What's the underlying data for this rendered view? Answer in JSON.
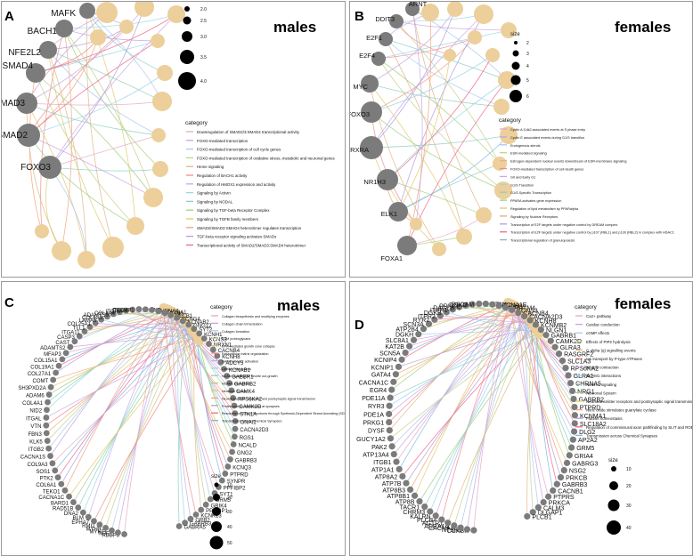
{
  "panels": [
    {
      "letter": "A",
      "title": "males",
      "genes": [
        "MAFK",
        "BACH1",
        "NFE2L2",
        "SMAD4",
        "SMAD3",
        "SMAD2",
        "FOXO3"
      ],
      "size_legend": {
        "title": "",
        "values": [
          "2.0",
          "2.5",
          "3.0",
          "3.5",
          "4.0"
        ]
      },
      "category_title": "category",
      "categories": [
        {
          "label": "Downregulation of SMAD2/3:SMAD4 transcriptional activity",
          "color": "#e6a8c5"
        },
        {
          "label": "FOXO-mediated transcription",
          "color": "#c9a3e0"
        },
        {
          "label": "FOXO-mediated transcription of cell cycle genes",
          "color": "#a9c8f0"
        },
        {
          "label": "FOXO-mediated transcription of oxidative stress, metabolic and neuronal genes",
          "color": "#c6d08a"
        },
        {
          "label": "Heme signaling",
          "color": "#e3b685"
        },
        {
          "label": "Regulation of BACH1 activity",
          "color": "#f08c8c"
        },
        {
          "label": "Regulation of HMOX1 expression and activity",
          "color": "#c8a8e6"
        },
        {
          "label": "Signaling by Activin",
          "color": "#9ad6e6"
        },
        {
          "label": "Signaling by NODAL",
          "color": "#8fcfc2"
        },
        {
          "label": "Signaling by TGF-beta Receptor Complex",
          "color": "#a3d07f"
        },
        {
          "label": "Signaling by TGFB family members",
          "color": "#e0c96e"
        },
        {
          "label": "SMAD2/SMAD3:SMAD4 heterotrimer regulates transcription",
          "color": "#f2a37c"
        },
        {
          "label": "TGF-beta receptor signaling activates SMADs",
          "color": "#b39ddb"
        },
        {
          "label": "Transcriptional activity of SMAD2/SMAD3:SMAD4 heterotrimer",
          "color": "#f06a8c"
        }
      ]
    },
    {
      "letter": "B",
      "title": "females",
      "genes": [
        "ARNT",
        "DDIT3",
        "E2F1",
        "E2F4",
        "MYC",
        "FOXO3",
        "RXRA",
        "NR1H3",
        "ELK1",
        "FOXA1"
      ],
      "size_legend": {
        "title": "size",
        "values": [
          "2",
          "3",
          "4",
          "5",
          "6"
        ]
      },
      "category_title": "category",
      "categories": [
        {
          "label": "Cyclin A:Cdk2-associated events at S phase entry",
          "color": "#e6a8c5"
        },
        {
          "label": "Cyclin E associated events during G1/S transition",
          "color": "#c9a3e0"
        },
        {
          "label": "Endogenous sterols",
          "color": "#a9c8f0"
        },
        {
          "label": "ESR-mediated signaling",
          "color": "#c6d08a"
        },
        {
          "label": "Estrogen-dependent nuclear events downstream of ESR-membrane signaling",
          "color": "#e3b685"
        },
        {
          "label": "FOXO-mediated transcription of cell death genes",
          "color": "#f08c8c"
        },
        {
          "label": "G0 and Early G1",
          "color": "#c8a8e6"
        },
        {
          "label": "G1/S Transition",
          "color": "#9ad6e6"
        },
        {
          "label": "G1/S-Specific Transcription",
          "color": "#8fcfc2"
        },
        {
          "label": "PPARA activates gene expression",
          "color": "#a3d07f"
        },
        {
          "label": "Regulation of lipid metabolism by PPARalpha",
          "color": "#e0c96e"
        },
        {
          "label": "Signaling by Nuclear Receptors",
          "color": "#f2a37c"
        },
        {
          "label": "Transcription of E2F targets under negative control by DREAM complex",
          "color": "#b39ddb"
        },
        {
          "label": "Transcription of E2F targets under negative control by p107 (RBL1) and p130 (RBL2) in complex with HDAC1",
          "color": "#f06a8c"
        },
        {
          "label": "Transcriptional regulation of granulopoiesis",
          "color": "#7fb8e0"
        }
      ]
    },
    {
      "letter": "C",
      "title": "males",
      "genes": [
        "RBBP8",
        "NCEE",
        "MYH11",
        "MYH9",
        "RMI2",
        "EPHA7",
        "BLM",
        "DNA2",
        "RAD51B",
        "BARD1",
        "CACNA1C",
        "TEKO1",
        "COL6A1",
        "PTK2",
        "SOS1",
        "COL9A3",
        "CACNA1S",
        "ITGB2",
        "KLK5",
        "FBN3",
        "VTN",
        "ITGAL",
        "NID2",
        "COL4A1",
        "ADAM6",
        "SH3PXD2A",
        "COMT",
        "COL27A1",
        "COL19A1",
        "COL15A1",
        "MFAP3",
        "ADAMTS2",
        "CAST",
        "CASP3",
        "ITGA11",
        "TLL1",
        "COL25A1",
        "LAMA5",
        "COL6A3",
        "ADAMTS9",
        "COL4A4",
        "ITGAV",
        "ITGB8",
        "EFEMP1",
        "TNR",
        "CHRNA4",
        "COL24A1",
        "SYN3",
        "PLCB1",
        "KCNG4",
        "KCNAB2",
        "GNG12",
        "SYT2",
        "KCNH1",
        "KCNS3",
        "NRXN1",
        "CACNB4",
        "KCNH8",
        "ADCY5",
        "KCNAB1",
        "GABBR1",
        "GABRB2",
        "CAMK4",
        "RPS6KA2",
        "CAMK2D",
        "STK1A",
        "GNAI1",
        "CACNA2D3",
        "RGS1",
        "NCALD",
        "GNG2",
        "GABRB3",
        "KCNQ3",
        "PTPRD",
        "SYNPR",
        "PPFIBP2",
        "SYT1",
        "GRM5",
        "GRIK4",
        "PPFIBP1",
        "KCNK13",
        "GRB2",
        "GABRB3",
        "GABRA5"
      ],
      "size_legend": {
        "title": "size",
        "values": [
          "10",
          "20",
          "30",
          "40",
          "50"
        ]
      },
      "category_title": "category",
      "categories": [
        {
          "label": "Collagen biosynthesis and modifying enzymes",
          "color": "#e6a8c5"
        },
        {
          "label": "Collagen chain trimerization",
          "color": "#c9a3e0"
        },
        {
          "label": "Collagen formation",
          "color": "#a9c8f0"
        },
        {
          "label": "ECM proteoglycans",
          "color": "#c6d08a"
        },
        {
          "label": "EPH-mediated growth cone collapse",
          "color": "#e3b685"
        },
        {
          "label": "Extracellular matrix organization",
          "color": "#f08c8c"
        },
        {
          "label": "GABA receptor activation",
          "color": "#c8a8e6"
        },
        {
          "label": "Laminin interactions",
          "color": "#9ad6e6"
        },
        {
          "label": "NCAM signaling for neurite out-growth",
          "color": "#8fcfc2"
        },
        {
          "label": "NCAM1 interactions",
          "color": "#a3d07f"
        },
        {
          "label": "Neuronal System",
          "color": "#e0c96e"
        },
        {
          "label": "Neurotransmitter receptors and postsynaptic signal transmission",
          "color": "#f2a37c"
        },
        {
          "label": "Protein-protein interactions at synapses",
          "color": "#b39ddb"
        },
        {
          "label": "Resolution of D-loop Structures through Synthesis-Dependent Strand Annealing (SDSA)",
          "color": "#f06a8c"
        },
        {
          "label": "Transmission across Chemical Synapses",
          "color": "#7fb8e0"
        }
      ]
    },
    {
      "letter": "D",
      "title": "females",
      "genes": [
        "CCKBR",
        "NTSR1",
        "CACNA1I",
        "ADRA1A",
        "AGTR1",
        "PLCB4",
        "KALRN",
        "CHRM3",
        "TACR1",
        "ATP8B",
        "ATP8B1",
        "ATP8B3",
        "ATP7B",
        "ATP8A2",
        "ATP1A1",
        "ITGB1",
        "ATP13A4",
        "PAK2",
        "GUCY1A2",
        "DYSF",
        "PRKG1",
        "PDE1A",
        "RYR3",
        "PDE11A",
        "EGR4",
        "CACNA1C",
        "GATA4",
        "KCNIP1",
        "KCNIP4",
        "SCN5A",
        "KAT2B",
        "SLC8A1",
        "DGKH",
        "ATP2B4",
        "SCN3A",
        "RYR2",
        "ITPR2",
        "DGKB",
        "ITPR1",
        "DAGLB",
        "PRKCE",
        "DGKG",
        "DSCAM",
        "NTN4",
        "CACNA1E",
        "EPB41",
        "LRRTM4",
        "KCNS3",
        "CACNB4",
        "CACNA2D3",
        "KCNH8",
        "KCNMB2",
        "NLGN1",
        "GABRB1",
        "CAMK2D",
        "GLRA3",
        "RASGRF2",
        "SLC1A3",
        "RPS6KA2",
        "GLRA1",
        "CHRNA5",
        "NRG1",
        "GABRB2",
        "PTPRD",
        "KCNMA1",
        "SLC18A2",
        "DLG2",
        "AP2A2",
        "GRM5",
        "GRIA4",
        "GABRG3",
        "NSG2",
        "PRKCB",
        "GABRB3",
        "CACNB1",
        "PTPRS",
        "PRKCA",
        "CALM3",
        "DLGAP1",
        "PLCB1"
      ],
      "size_legend": {
        "title": "size",
        "values": [
          "10",
          "20",
          "30",
          "40"
        ]
      },
      "category_title": "category",
      "categories": [
        {
          "label": "Ca2+ pathway",
          "color": "#e6a8c5"
        },
        {
          "label": "Cardiac conduction",
          "color": "#c9a3e0"
        },
        {
          "label": "cGMP effects",
          "color": "#a9c8f0"
        },
        {
          "label": "Effects of PIP2 hydrolysis",
          "color": "#c6d08a"
        },
        {
          "label": "G alpha (q) signalling events",
          "color": "#e3b685"
        },
        {
          "label": "Ion transport by P-type ATPases",
          "color": "#f08c8c"
        },
        {
          "label": "Muscle contraction",
          "color": "#c8a8e6"
        },
        {
          "label": "NCAM1 interactions",
          "color": "#9ad6e6"
        },
        {
          "label": "Netrin-1 signaling",
          "color": "#8fcfc2"
        },
        {
          "label": "Neuronal System",
          "color": "#a3d07f"
        },
        {
          "label": "Neurotransmitter receptors and postsynaptic signal transmission",
          "color": "#e0c96e"
        },
        {
          "label": "Nitric oxide stimulates guanylate cyclase",
          "color": "#f2a37c"
        },
        {
          "label": "Platelet homeostasis",
          "color": "#b39ddb"
        },
        {
          "label": "Regulation of commissural axon pathfinding by SLIT and ROBO",
          "color": "#f06a8c"
        },
        {
          "label": "Transmission across Chemical Synapses",
          "color": "#7fb8e0"
        }
      ]
    }
  ],
  "colors": {
    "gene_node": "#7b7b7b",
    "category_node": "#eccf9a",
    "border": "#9a9a9a"
  }
}
